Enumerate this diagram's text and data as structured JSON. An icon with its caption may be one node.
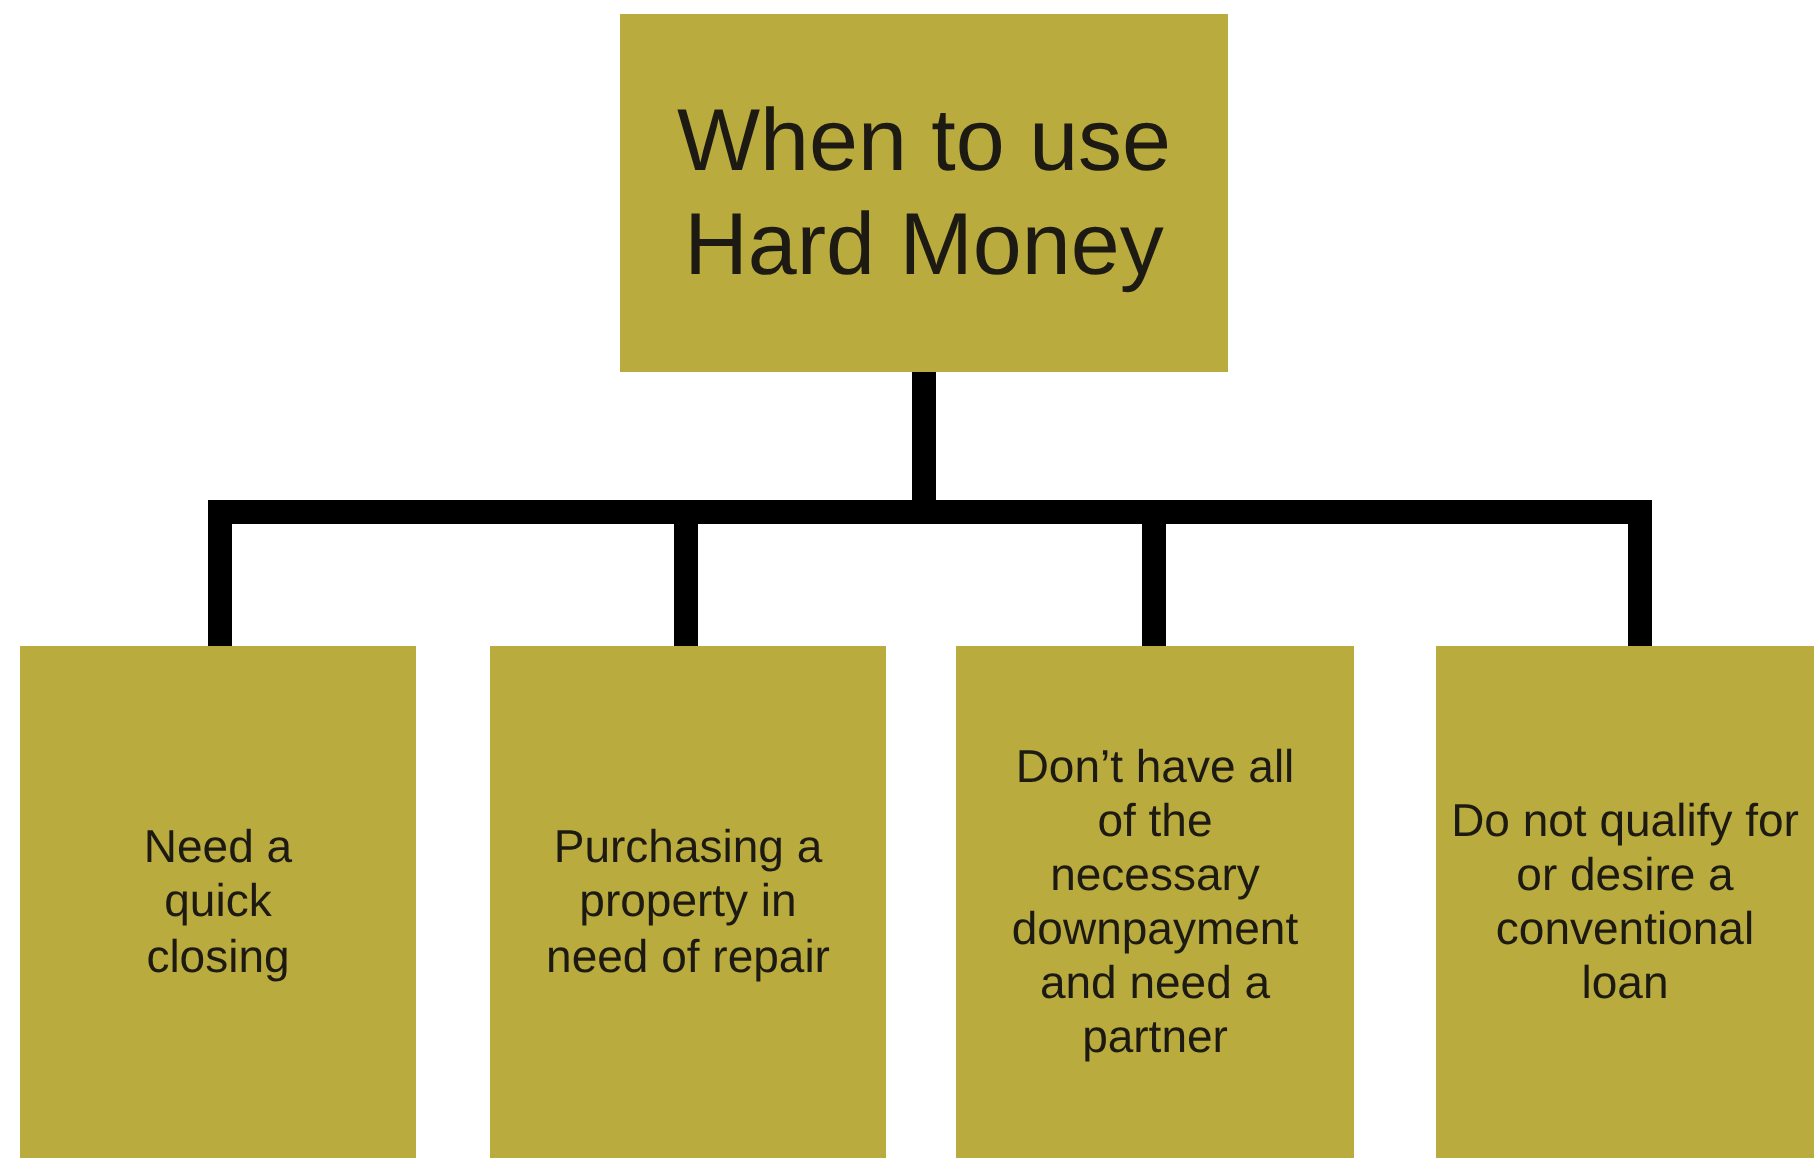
{
  "diagram": {
    "nodes": [
      {
        "text": [
          "When to use Hard Money"
        ]
      },
      {
        "text": [
          "Need a quick closing"
        ]
      },
      {
        "text": [
          "Purchasing a property in need of repair"
        ]
      },
      {
        "text": [
          "Don’t have all of the necessary downpayment and need a partner"
        ]
      },
      {
        "text": [
          "Do not qualify for or desire a conventional loan"
        ]
      }
    ],
    "edges": [
      {
        "from": 0,
        "to": 1,
        "arrow": "none"
      },
      {
        "from": 0,
        "to": 2,
        "arrow": "none"
      },
      {
        "from": 0,
        "to": 3,
        "arrow": "none"
      },
      {
        "from": 0,
        "to": 4,
        "arrow": "none"
      }
    ]
  }
}
